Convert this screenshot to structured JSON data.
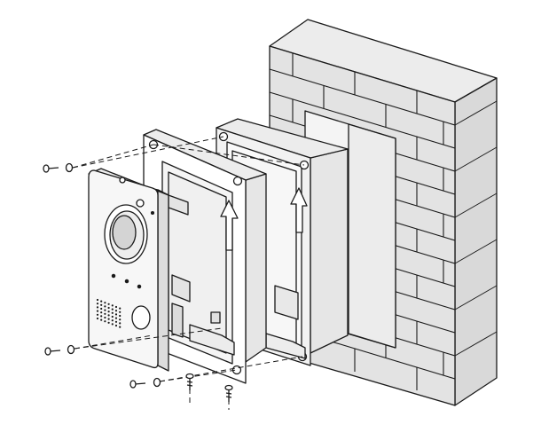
{
  "figure": {
    "kind": "exploded-installation-view",
    "subject": "door-station-surface-mount",
    "parts": [
      "brick-wall",
      "mounting-plate",
      "surface-box",
      "frame",
      "door-station",
      "screws",
      "wall-plugs"
    ],
    "colors": {
      "line": "#1a1a1a",
      "wall_front": "#e3e3e3",
      "wall_side": "#d9d9d9",
      "wall_top": "#ececec",
      "plate": "#f4f4f4",
      "box": "#f2f2f2",
      "frame": "#ffffff",
      "station": "#f7f7f7",
      "lens": "#d4d4d4",
      "background": "#ffffff"
    },
    "icons": [
      "arrow-up-icon",
      "screw-icon",
      "washer-icon"
    ]
  }
}
